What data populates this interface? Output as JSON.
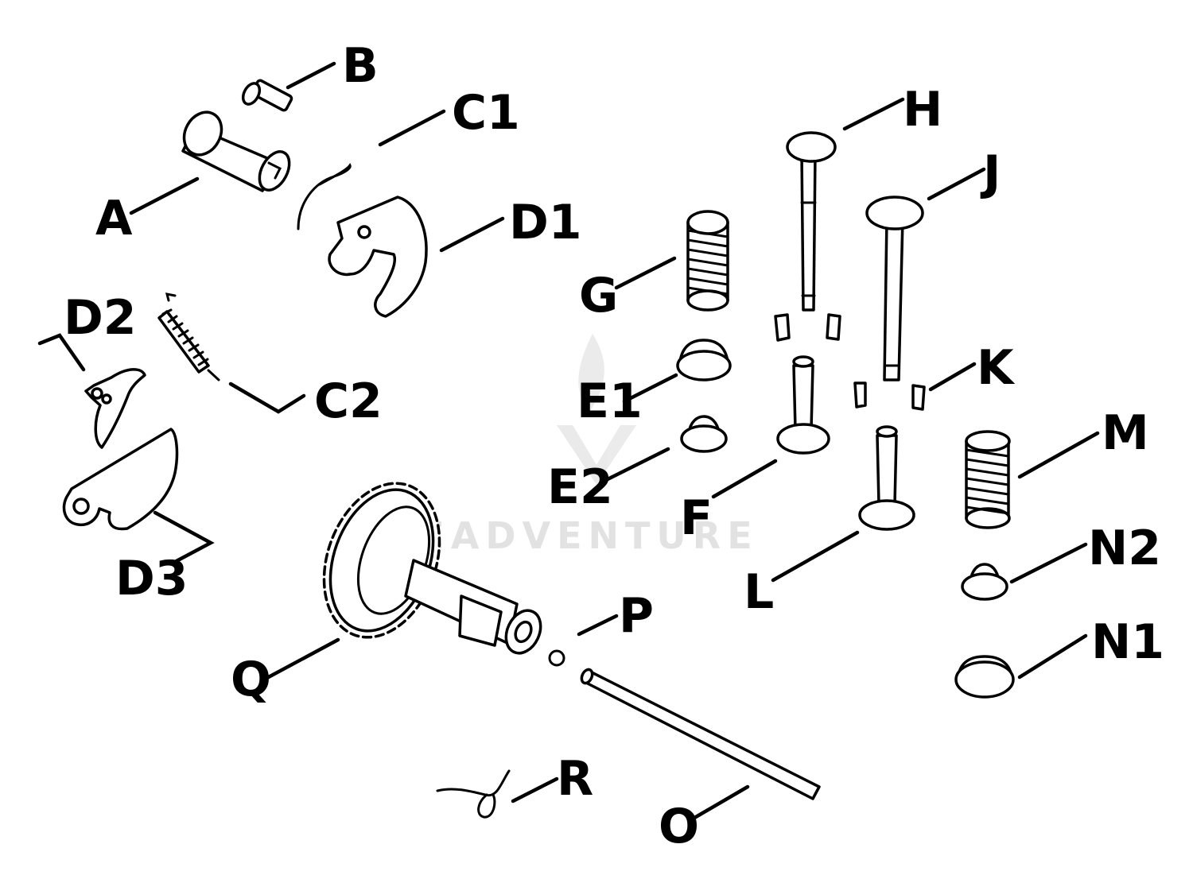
{
  "labels": {
    "A": "A",
    "B": "B",
    "C1": "C1",
    "C2": "C2",
    "D1": "D1",
    "D2": "D2",
    "D3": "D3",
    "E1": "E1",
    "E2": "E2",
    "F": "F",
    "G": "G",
    "H": "H",
    "J": "J",
    "K": "K",
    "L": "L",
    "M": "M",
    "N1": "N1",
    "N2": "N2",
    "O": "O",
    "P": "P",
    "Q": "Q",
    "R": "R"
  },
  "watermark": {
    "text": "LEADVENTURE"
  },
  "colors": {
    "ink": "#000000",
    "paper": "#ffffff",
    "watermark": "#cfcfcf"
  }
}
